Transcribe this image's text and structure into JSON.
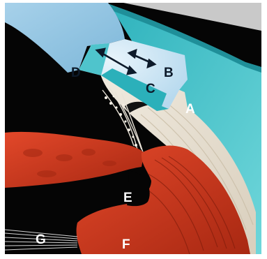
{
  "labels": {
    "a": "A",
    "b": "B",
    "c": "C",
    "d": "D",
    "e": "E",
    "f": "F",
    "g": "G"
  },
  "colors": {
    "background": "#050505",
    "cornea_blue": "#8ec3e2",
    "teal_band": "#3ec1c9",
    "dark_teal": "#1d8f9a",
    "pale_tissue": "#e9e0d0",
    "iris_red": "#c8301a",
    "deep_red": "#8e1f10"
  }
}
